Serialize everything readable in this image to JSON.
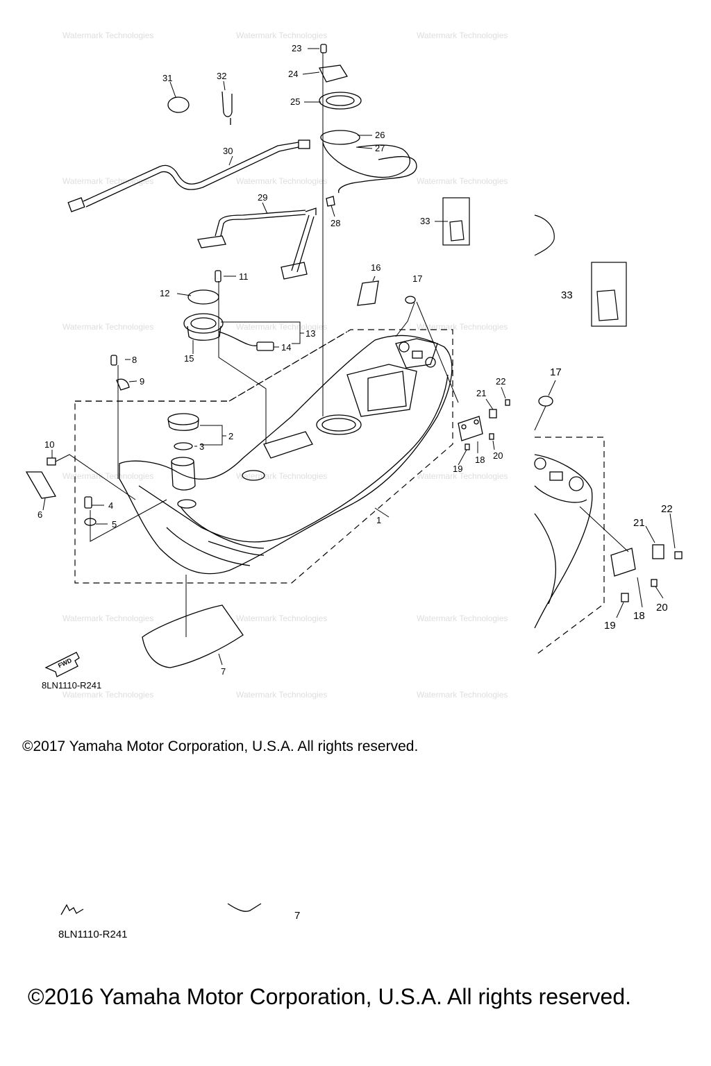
{
  "part_labels": [
    "1",
    "2",
    "3",
    "4",
    "5",
    "6",
    "7",
    "8",
    "9",
    "10",
    "11",
    "12",
    "13",
    "14",
    "15",
    "16",
    "17",
    "18",
    "19",
    "20",
    "21",
    "22",
    "23",
    "24",
    "25",
    "26",
    "27",
    "28",
    "29",
    "30",
    "31",
    "32",
    "33"
  ],
  "detail_labels": {
    "d17": "17",
    "d18": "18",
    "d19": "19",
    "d20": "20",
    "d21": "21",
    "d22": "22",
    "d33": "33"
  },
  "fwd_label": "FWD",
  "diagram_code": "8LN1110-R241",
  "diagram_code_lower": "8LN1110-R241",
  "fragment_label_7": "7",
  "copyright_2017": "©2017 Yamaha Motor Corporation, U.S.A. All rights reserved.",
  "copyright_2016": "©2016 Yamaha Motor Corporation, U.S.A. All rights reserved.",
  "watermark": "Watermark Technologies"
}
